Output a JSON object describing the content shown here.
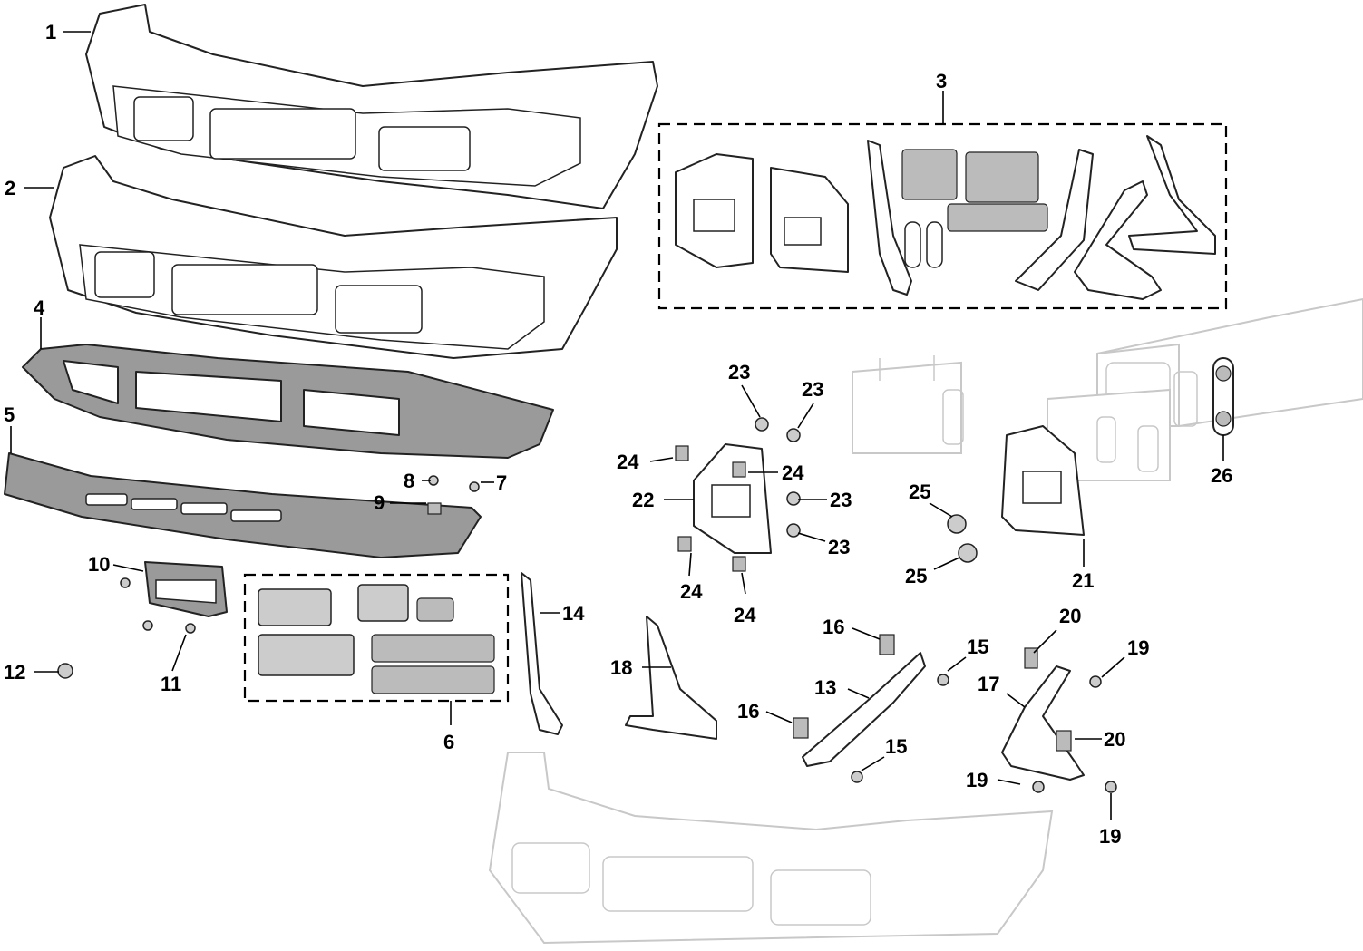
{
  "callouts": [
    {
      "id": "c1",
      "text": "1"
    },
    {
      "id": "c2",
      "text": "2"
    },
    {
      "id": "c3",
      "text": "3"
    },
    {
      "id": "c4",
      "text": "4"
    },
    {
      "id": "c5",
      "text": "5"
    },
    {
      "id": "c6",
      "text": "6"
    },
    {
      "id": "c7",
      "text": "7"
    },
    {
      "id": "c8",
      "text": "8"
    },
    {
      "id": "c9",
      "text": "9"
    },
    {
      "id": "c10",
      "text": "10"
    },
    {
      "id": "c11",
      "text": "11"
    },
    {
      "id": "c12",
      "text": "12"
    },
    {
      "id": "c13",
      "text": "13"
    },
    {
      "id": "c14",
      "text": "14"
    },
    {
      "id": "c15a",
      "text": "15"
    },
    {
      "id": "c15b",
      "text": "15"
    },
    {
      "id": "c16a",
      "text": "16"
    },
    {
      "id": "c16b",
      "text": "16"
    },
    {
      "id": "c17",
      "text": "17"
    },
    {
      "id": "c18",
      "text": "18"
    },
    {
      "id": "c19a",
      "text": "19"
    },
    {
      "id": "c19b",
      "text": "19"
    },
    {
      "id": "c19c",
      "text": "19"
    },
    {
      "id": "c20a",
      "text": "20"
    },
    {
      "id": "c20b",
      "text": "20"
    },
    {
      "id": "c21",
      "text": "21"
    },
    {
      "id": "c22",
      "text": "22"
    },
    {
      "id": "c23a",
      "text": "23"
    },
    {
      "id": "c23b",
      "text": "23"
    },
    {
      "id": "c23c",
      "text": "23"
    },
    {
      "id": "c23d",
      "text": "23"
    },
    {
      "id": "c24a",
      "text": "24"
    },
    {
      "id": "c24b",
      "text": "24"
    },
    {
      "id": "c24c",
      "text": "24"
    },
    {
      "id": "c24d",
      "text": "24"
    },
    {
      "id": "c25a",
      "text": "25"
    },
    {
      "id": "c25b",
      "text": "25"
    },
    {
      "id": "c26",
      "text": "26"
    }
  ],
  "colors": {
    "line": "#222222",
    "ghost": "#c8c8c8",
    "valance": "#9a9a9a",
    "background": "#ffffff"
  }
}
